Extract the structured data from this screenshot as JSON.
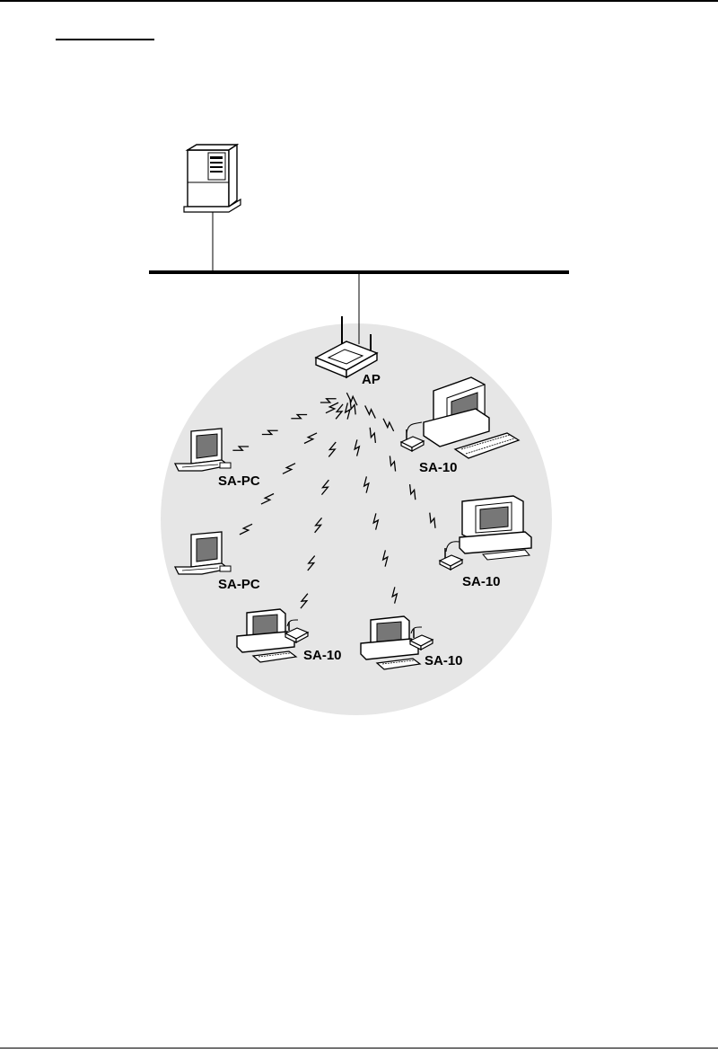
{
  "diagram": {
    "nodes": {
      "ap": {
        "label": "AP",
        "type": "access-point"
      },
      "client_1": {
        "label": "SA-PC",
        "type": "laptop"
      },
      "client_2": {
        "label": "SA-PC",
        "type": "laptop"
      },
      "client_3": {
        "label": "SA-10",
        "type": "desktop"
      },
      "client_4": {
        "label": "SA-10",
        "type": "desktop"
      },
      "client_5": {
        "label": "SA-10",
        "type": "desktop"
      },
      "client_6": {
        "label": "SA-10",
        "type": "desktop"
      }
    },
    "server": {
      "type": "tower-server"
    },
    "backbone": {
      "type": "wired-lan"
    },
    "coverage": {
      "fill_color": "#e6e6e6"
    }
  }
}
